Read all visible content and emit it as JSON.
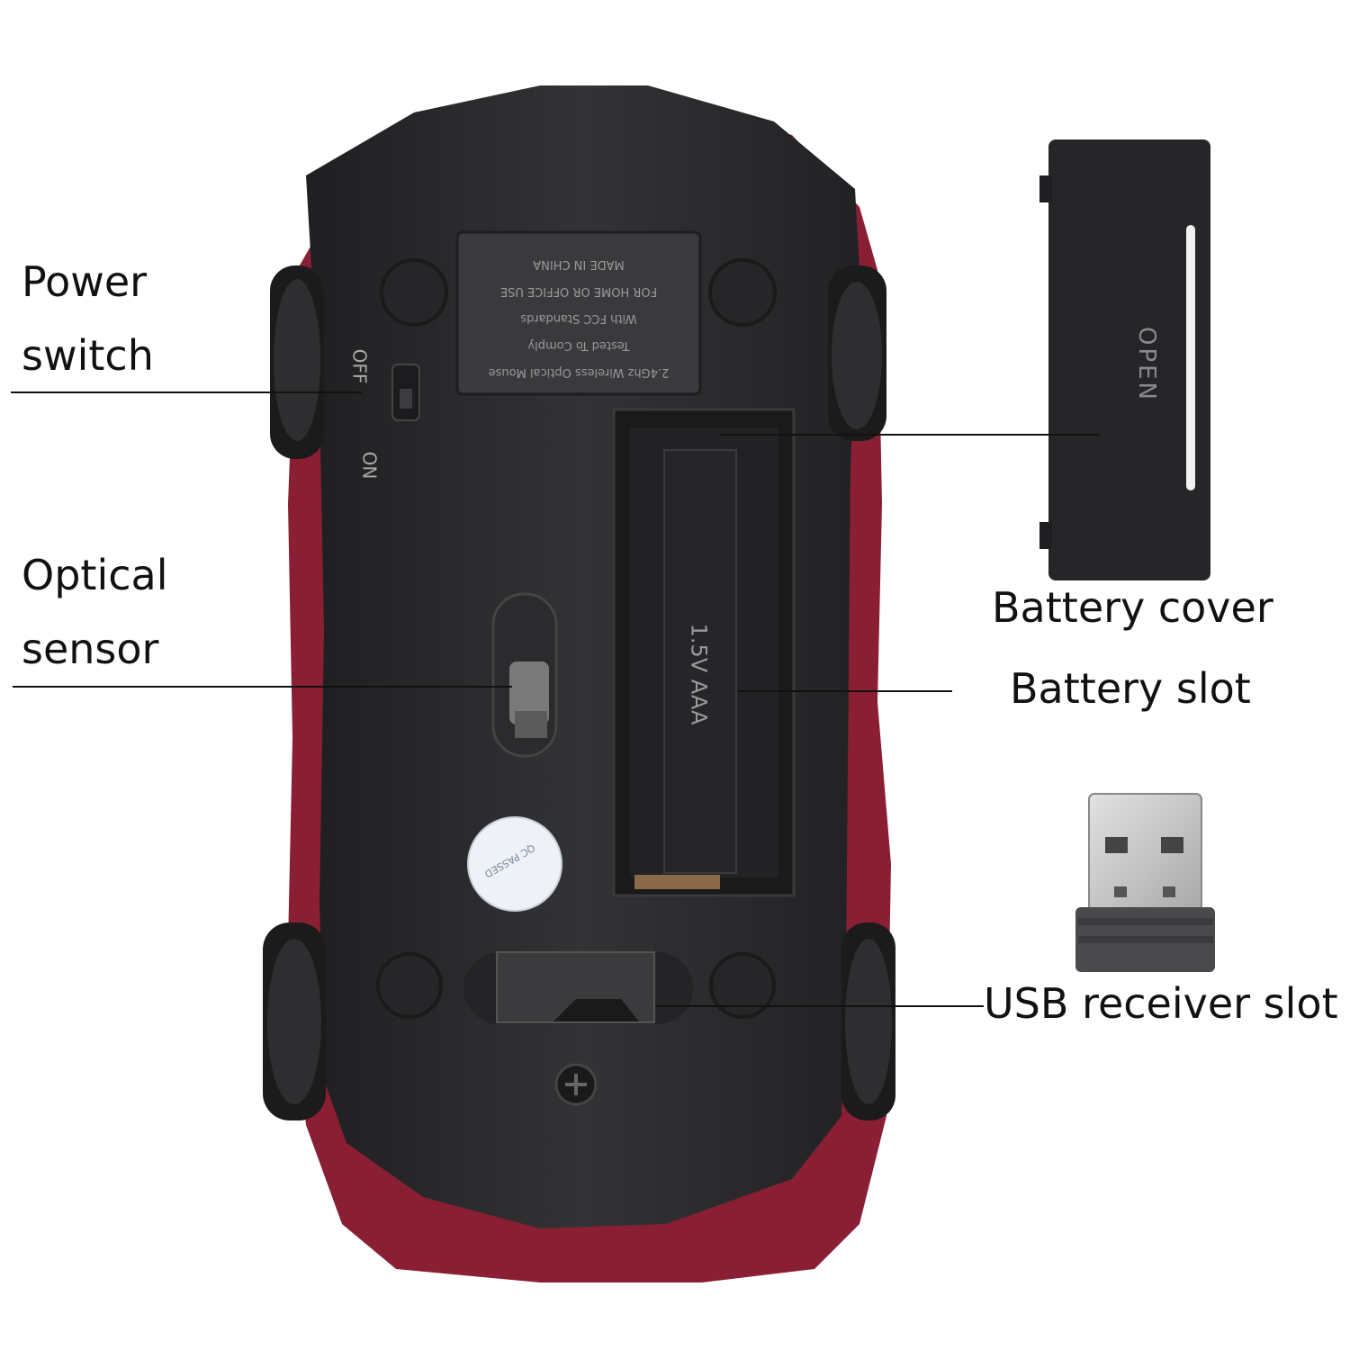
{
  "labels": {
    "power_switch": [
      "Power",
      "switch"
    ],
    "optical_sensor": [
      "Optical",
      "sensor"
    ],
    "battery_cover": "Battery cover",
    "battery_slot": "Battery slot",
    "usb_receiver_slot": "USB receiver slot"
  },
  "mouse_text": {
    "label_lines": [
      "2.4Ghz Wireless Optical Mouse",
      "Tested To Comply",
      "With FCC Standards",
      "FOR HOME OR OFFICE USE",
      "MADE IN CHINA"
    ],
    "switch_off": "OFF",
    "switch_on": "ON",
    "battery_type": "1.5V AAA",
    "cover_text": "OPEN",
    "qc_sticker": "QC PASSED"
  },
  "colors": {
    "body": "#2b2b2d",
    "shell_red": "#8a1f33",
    "label_plate": "#3a3a3c",
    "receiver_metal": "#c9c9c9"
  }
}
